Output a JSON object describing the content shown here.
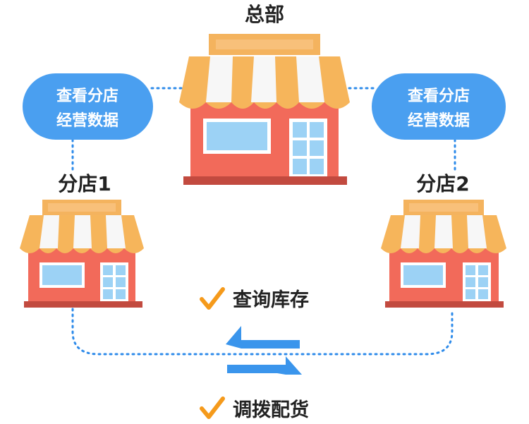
{
  "hq": {
    "label": "总部"
  },
  "branch1": {
    "label": "分店1"
  },
  "branch2": {
    "label": "分店2"
  },
  "bubble_left": {
    "line1": "查看分店",
    "line2": "经营数据"
  },
  "bubble_right": {
    "line1": "查看分店",
    "line2": "经营数据"
  },
  "actions": {
    "query": "查询库存",
    "transfer": "调拨配货"
  },
  "colors": {
    "awning_orange": "#F6B55B",
    "awning_white": "#F7F7F7",
    "sign_orange": "#F4B35E",
    "wall_red": "#F26A5A",
    "base_dark": "#C24A3F",
    "window_blue": "#9CD2F5",
    "bubble_blue": "#4A9FF0",
    "dotted_blue": "#2E8BEA",
    "check_orange": "#F59A1B",
    "arrow_blue": "#3A95EC"
  }
}
